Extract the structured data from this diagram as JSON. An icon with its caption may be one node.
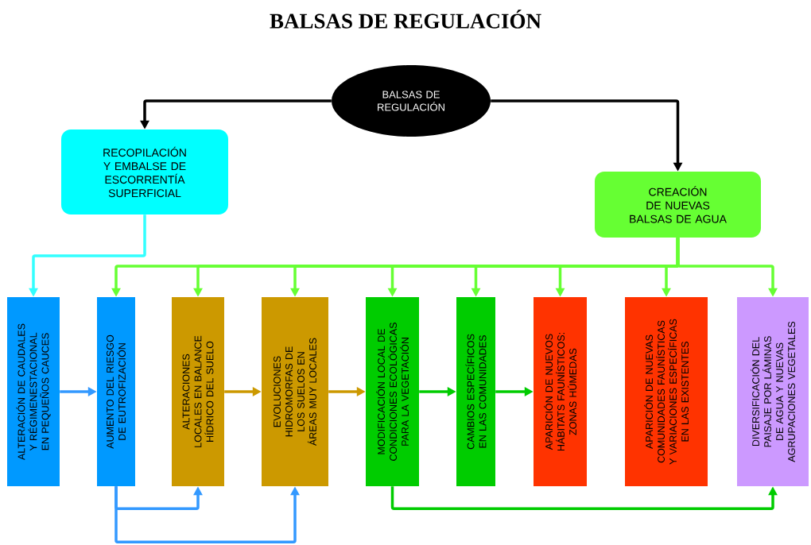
{
  "diagram": {
    "title": "BALSAS DE REGULACIÓN",
    "nodes": [
      {
        "text": [
          "BALSAS DE REGULACIÓN"
        ]
      },
      {
        "text": [
          "RECOPILACIÓN Y EMBALSE DE ESCORRENTÍA SUPERFICIAL"
        ]
      },
      {
        "text": [
          "CREACIÓN DE NUEVAS BALSAS DE AGUA"
        ]
      },
      {
        "text": [
          "ALTERACIÓN DE CAUDALES Y RÉGIMENESTACIONAL EN PEQUEÑOS CAUCES"
        ]
      },
      {
        "text": [
          "AUMENTO DEL RIESGO DE EUTROFIZACIÓN"
        ]
      },
      {
        "text": [
          "ALTERACIONES LOCALES EN BALANCE HÍDRICO DEL SUELO"
        ]
      },
      {
        "text": [
          "EVOLUCIONES HIDROMORFAS DE LOS SUELOS EN ÁREAS MUY LOCALES"
        ]
      },
      {
        "text": [
          "MODIFICACIÓN LOCAL DE CONDICIONES ECOLÓGICAS PARA LA VEGETACIÓN"
        ]
      },
      {
        "text": [
          "CAMBIOS ESPECÍFICOS EN LAS COMUNIDADES"
        ]
      },
      {
        "text": [
          "APARICIÓN DE NUEVOS HÁBITATS FAUNÍSTICOS: ZONAS HÚMEDAS"
        ]
      },
      {
        "text": [
          "APARICIÓN DE NUEVAS COMUNIDADES FAUNÍSTICAS Y VARIACIONES ESPECÍFICAS EN LAS EXISTENTES"
        ]
      },
      {
        "text": [
          "DIVERSIFICACIÓN DEL PAISAJE POR LÁMINAS DE AGUA Y NUEVAS AGRUPACIONES VEGETALES"
        ]
      }
    ],
    "edges": [
      {
        "from": 0,
        "to": 1,
        "arrow": "to",
        "color": "#000000"
      },
      {
        "from": 0,
        "to": 2,
        "arrow": "to",
        "color": "#000000"
      },
      {
        "from": 1,
        "to": 3,
        "arrow": "to",
        "color": "#33ffff"
      },
      {
        "from": 2,
        "to": 4,
        "arrow": "to",
        "color": "#66ff33"
      },
      {
        "from": 2,
        "to": 5,
        "arrow": "to",
        "color": "#66ff33"
      },
      {
        "from": 2,
        "to": 6,
        "arrow": "to",
        "color": "#66ff33"
      },
      {
        "from": 2,
        "to": 7,
        "arrow": "to",
        "color": "#66ff33"
      },
      {
        "from": 2,
        "to": 8,
        "arrow": "to",
        "color": "#66ff33"
      },
      {
        "from": 2,
        "to": 9,
        "arrow": "to",
        "color": "#66ff33"
      },
      {
        "from": 2,
        "to": 10,
        "arrow": "to",
        "color": "#66ff33"
      },
      {
        "from": 2,
        "to": 11,
        "arrow": "to",
        "color": "#66ff33"
      },
      {
        "from": 3,
        "to": 4,
        "arrow": "to",
        "color": "#3399ff"
      },
      {
        "from": 4,
        "to": 5,
        "arrow": "to",
        "color": "#3399ff"
      },
      {
        "from": 4,
        "to": 6,
        "arrow": "to",
        "color": "#3399ff"
      },
      {
        "from": 5,
        "to": 6,
        "arrow": "to",
        "color": "#cc9900"
      },
      {
        "from": 6,
        "to": 7,
        "arrow": "to",
        "color": "#cc9900"
      },
      {
        "from": 7,
        "to": 8,
        "arrow": "to",
        "color": "#00cc00"
      },
      {
        "from": 8,
        "to": 9,
        "arrow": "to",
        "color": "#00cc00"
      },
      {
        "from": 7,
        "to": 11,
        "arrow": "to",
        "color": "#00cc00"
      }
    ]
  }
}
